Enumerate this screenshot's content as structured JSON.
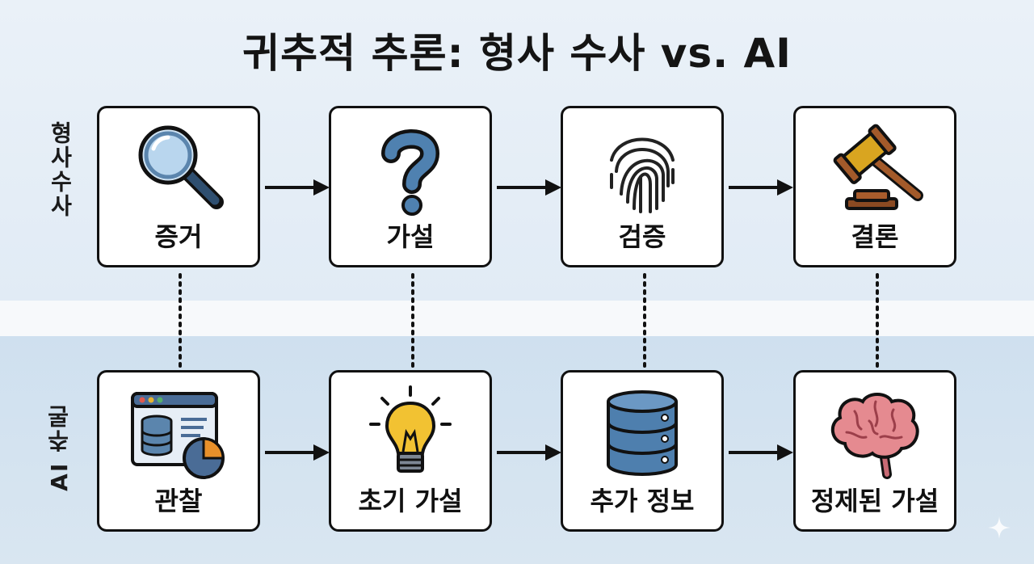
{
  "title": "귀추적 추론: 형사 수사 vs. AI",
  "rows": {
    "top_label": "형사수사",
    "bottom_label": "AI 추론"
  },
  "top_steps": [
    {
      "label": "증거",
      "icon": "magnifying-glass-icon"
    },
    {
      "label": "가설",
      "icon": "question-mark-icon"
    },
    {
      "label": "검증",
      "icon": "fingerprint-icon"
    },
    {
      "label": "결론",
      "icon": "gavel-icon"
    }
  ],
  "bottom_steps": [
    {
      "label": "관찰",
      "icon": "data-dashboard-icon"
    },
    {
      "label": "초기 가설",
      "icon": "lightbulb-icon"
    },
    {
      "label": "추가 정보",
      "icon": "database-icon"
    },
    {
      "label": "정제된 가설",
      "icon": "brain-icon"
    }
  ],
  "colors": {
    "background_top": "#e3edf6",
    "background_bottom": "#cfe0ef",
    "accent_blue": "#4a7fb0",
    "gold": "#d9a520",
    "brain_pink": "#e07f86"
  }
}
